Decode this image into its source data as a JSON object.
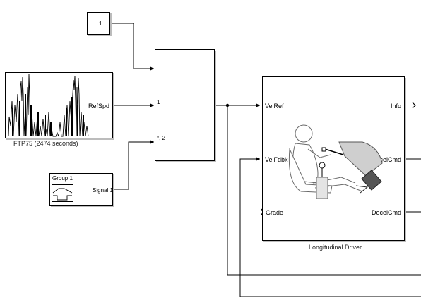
{
  "constant_block": {
    "value": "1"
  },
  "ftp75_block": {
    "port": "RefSpd",
    "caption": "FTP75 (2474  seconds)"
  },
  "signal_builder": {
    "title": "Group 1",
    "port": "Signal 1"
  },
  "switch_block": {
    "port1": "1",
    "port2": "*, 2"
  },
  "driver_block": {
    "caption": "Longitudinal Driver",
    "in_ports": [
      "VelRef",
      "VelFdbk",
      "Grade"
    ],
    "out_ports": [
      "Info",
      "AccelCmd",
      "DecelCmd"
    ]
  },
  "colors": {
    "wire": "#000000",
    "shadow": "#bcbcbc",
    "scope_trace": "#000000",
    "driver_gray": "#cfcfcf"
  },
  "icons": [
    "drive-cycle-trace-icon",
    "signal-step-icon",
    "driver-seated-icon"
  ]
}
